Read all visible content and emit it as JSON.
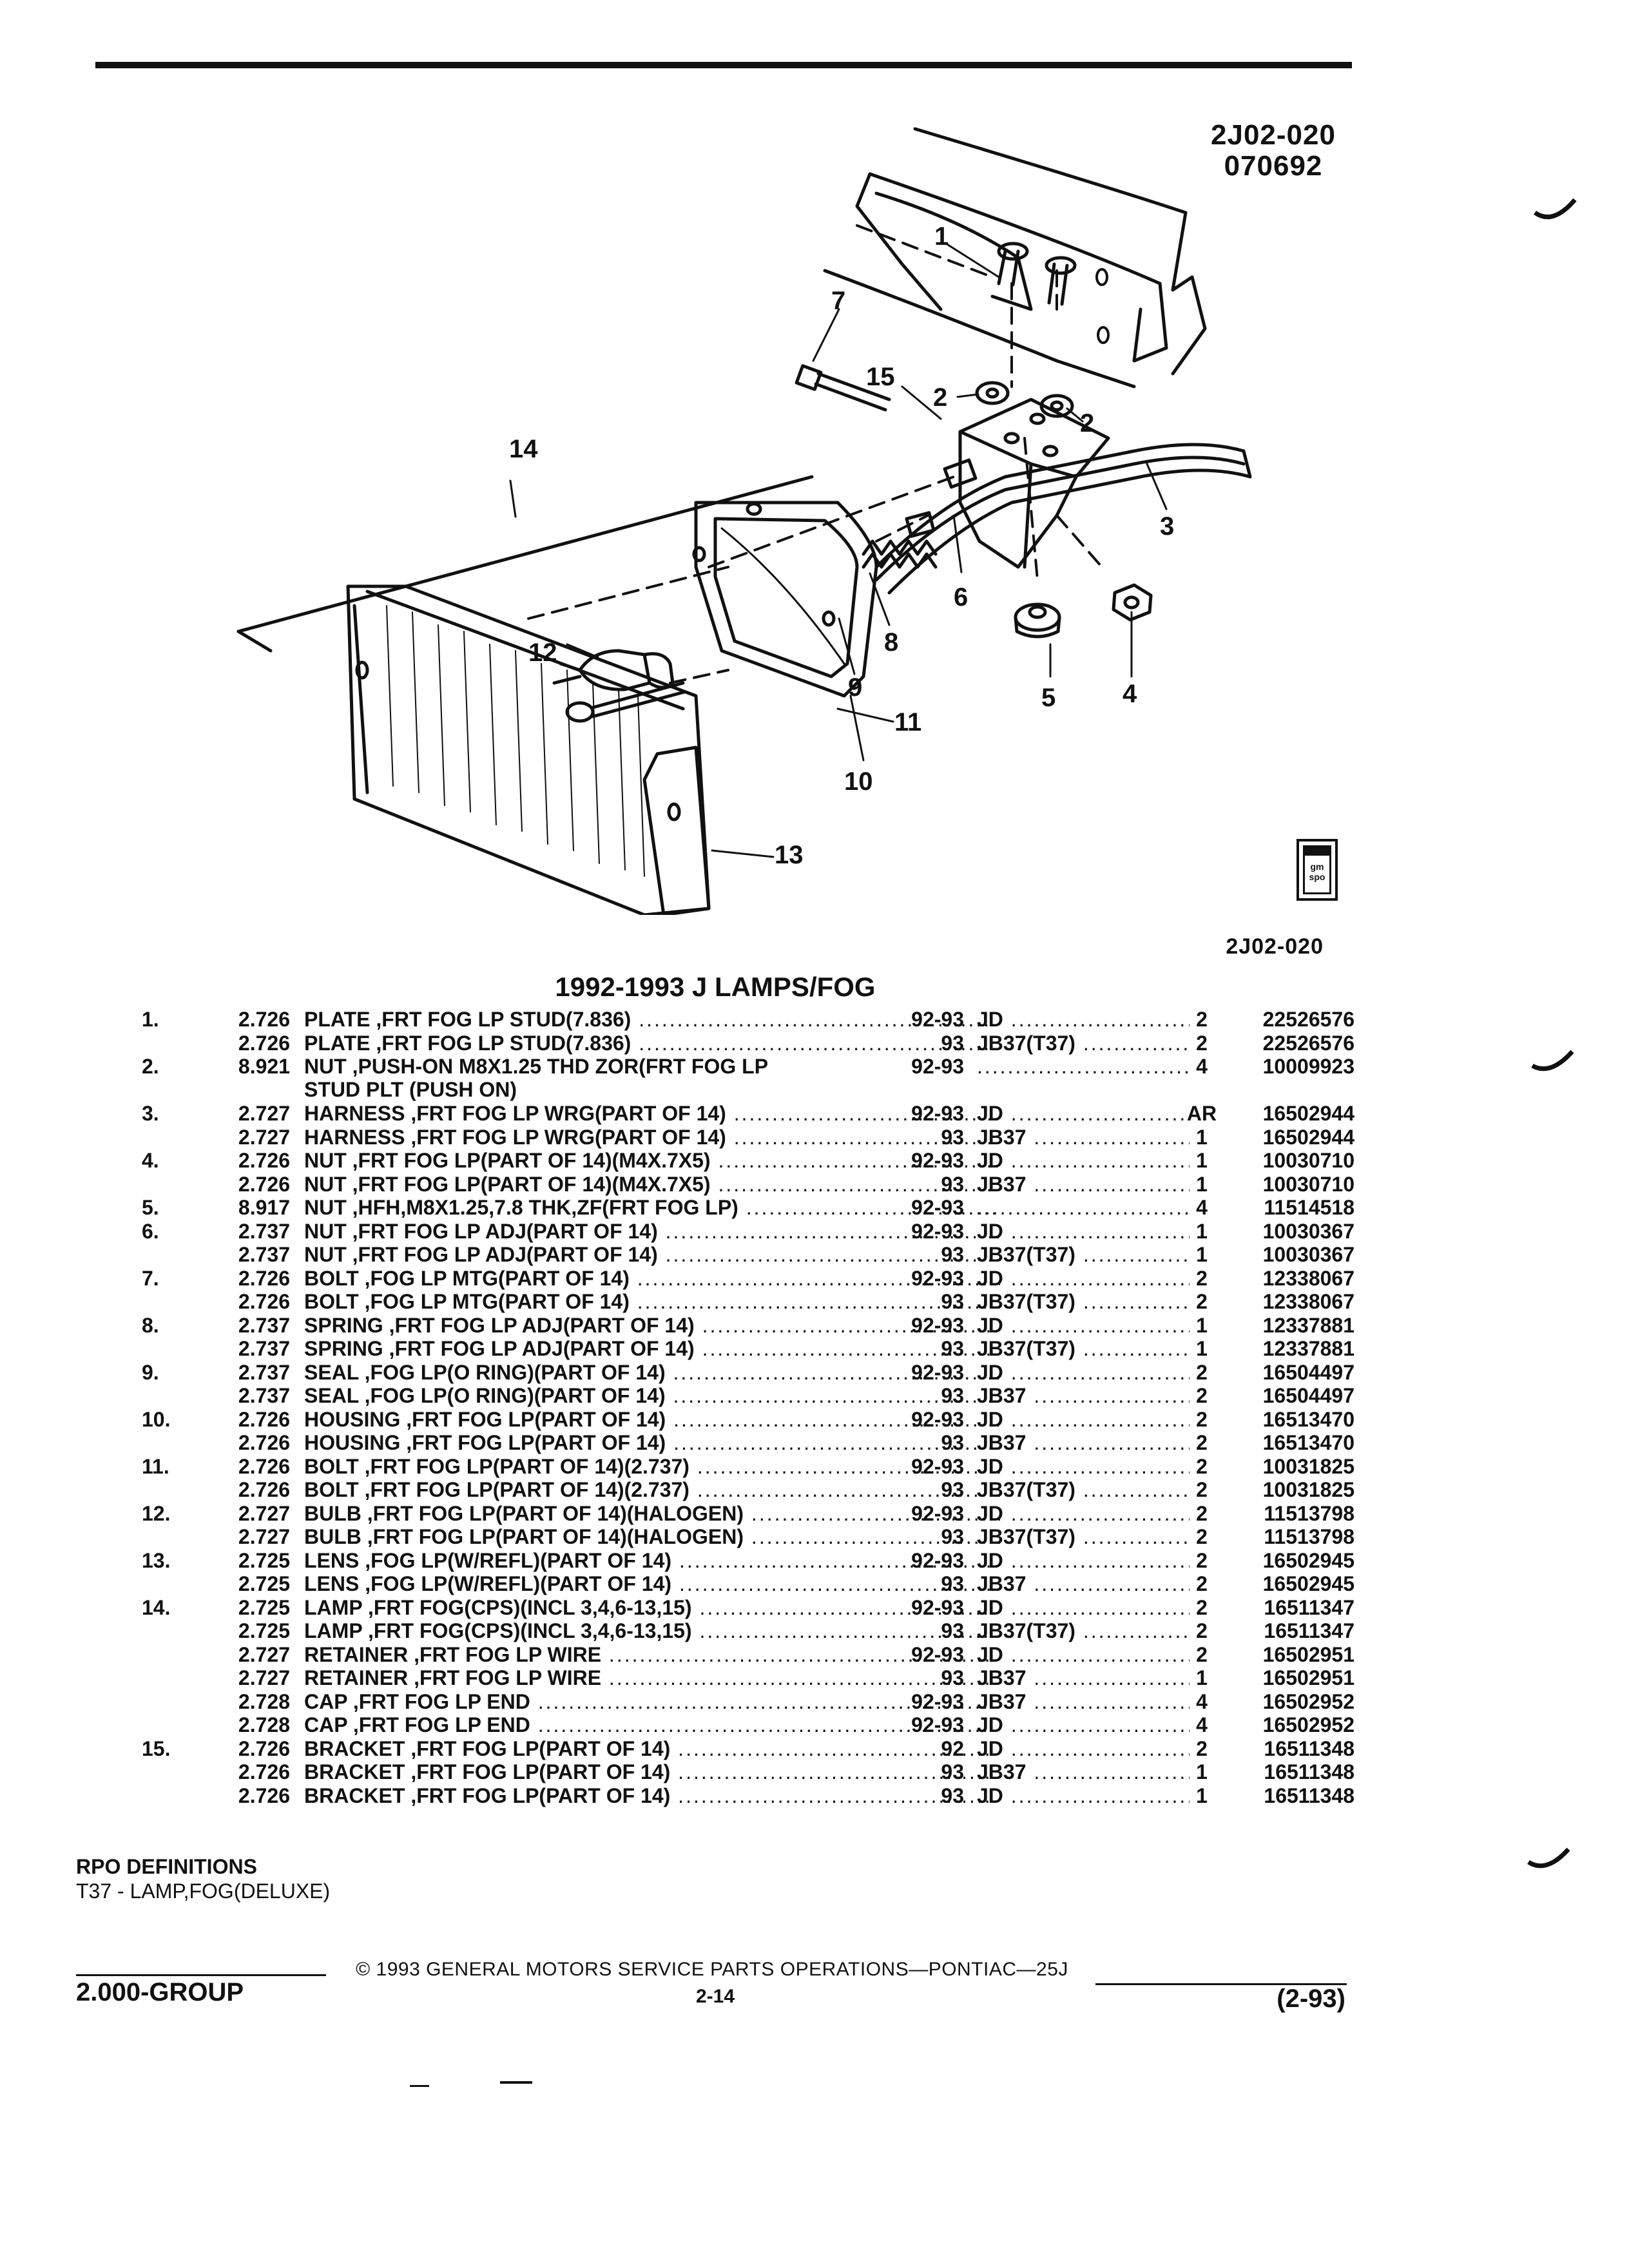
{
  "header": {
    "ref_code": "2J02-020",
    "ref_date": "070692"
  },
  "diagram": {
    "callouts": [
      "1",
      "2",
      "2",
      "3",
      "4",
      "5",
      "6",
      "7",
      "8",
      "9",
      "10",
      "11",
      "12",
      "13",
      "14",
      "15"
    ],
    "logo_text": "gm spo",
    "ref_code": "2J02-020"
  },
  "section_title": "1992-1993 J LAMPS/FOG",
  "parts": [
    {
      "num": "1.",
      "group": "2.726",
      "desc": "PLATE ,FRT FOG LP STUD(7.836)",
      "years": "92-93",
      "model": "JD",
      "qty": "2",
      "part": "22526576"
    },
    {
      "num": "",
      "group": "2.726",
      "desc": "PLATE ,FRT FOG LP STUD(7.836)",
      "years": "93",
      "model": "JB37(T37)",
      "qty": "2",
      "part": "22526576"
    },
    {
      "num": "2.",
      "group": "8.921",
      "desc": "NUT ,PUSH-ON M8X1.25 THD ZOR(FRT FOG LP",
      "desc2": "STUD PLT (PUSH ON)",
      "years": "92-93",
      "model": "",
      "qty": "4",
      "part": "10009923"
    },
    {
      "num": "3.",
      "group": "2.727",
      "desc": "HARNESS ,FRT FOG LP WRG(PART OF 14)",
      "years": "92-93",
      "model": "JD",
      "qty": "AR",
      "part": "16502944"
    },
    {
      "num": "",
      "group": "2.727",
      "desc": "HARNESS ,FRT FOG LP WRG(PART OF 14)",
      "years": "93",
      "model": "JB37",
      "qty": "1",
      "part": "16502944"
    },
    {
      "num": "4.",
      "group": "2.726",
      "desc": "NUT ,FRT FOG LP(PART OF 14)(M4X.7X5)",
      "years": "92-93",
      "model": "JD",
      "qty": "1",
      "part": "10030710"
    },
    {
      "num": "",
      "group": "2.726",
      "desc": "NUT ,FRT FOG LP(PART OF 14)(M4X.7X5)",
      "years": "93",
      "model": "JB37",
      "qty": "1",
      "part": "10030710"
    },
    {
      "num": "5.",
      "group": "8.917",
      "desc": "NUT ,HFH,M8X1.25,7.8 THK,ZF(FRT FOG LP)",
      "years": "92-93",
      "model": "",
      "qty": "4",
      "part": "11514518"
    },
    {
      "num": "6.",
      "group": "2.737",
      "desc": "NUT ,FRT FOG LP ADJ(PART OF 14)",
      "years": "92-93",
      "model": "JD",
      "qty": "1",
      "part": "10030367"
    },
    {
      "num": "",
      "group": "2.737",
      "desc": "NUT ,FRT FOG LP ADJ(PART OF 14)",
      "years": "93",
      "model": "JB37(T37)",
      "qty": "1",
      "part": "10030367"
    },
    {
      "num": "7.",
      "group": "2.726",
      "desc": "BOLT ,FOG LP MTG(PART OF 14)",
      "years": "92-93",
      "model": "JD",
      "qty": "2",
      "part": "12338067"
    },
    {
      "num": "",
      "group": "2.726",
      "desc": "BOLT ,FOG LP MTG(PART OF 14)",
      "years": "93",
      "model": "JB37(T37)",
      "qty": "2",
      "part": "12338067"
    },
    {
      "num": "8.",
      "group": "2.737",
      "desc": "SPRING ,FRT FOG LP ADJ(PART OF 14)",
      "years": "92-93",
      "model": "JD",
      "qty": "1",
      "part": "12337881"
    },
    {
      "num": "",
      "group": "2.737",
      "desc": "SPRING ,FRT FOG LP ADJ(PART OF 14)",
      "years": "93",
      "model": "JB37(T37)",
      "qty": "1",
      "part": "12337881"
    },
    {
      "num": "9.",
      "group": "2.737",
      "desc": "SEAL ,FOG LP(O RING)(PART OF 14)",
      "years": "92-93",
      "model": "JD",
      "qty": "2",
      "part": "16504497"
    },
    {
      "num": "",
      "group": "2.737",
      "desc": "SEAL ,FOG LP(O RING)(PART OF 14)",
      "years": "93",
      "model": "JB37",
      "qty": "2",
      "part": "16504497"
    },
    {
      "num": "10.",
      "group": "2.726",
      "desc": "HOUSING ,FRT FOG LP(PART OF 14)",
      "years": "92-93",
      "model": "JD",
      "qty": "2",
      "part": "16513470"
    },
    {
      "num": "",
      "group": "2.726",
      "desc": "HOUSING ,FRT FOG LP(PART OF 14)",
      "years": "93",
      "model": "JB37",
      "qty": "2",
      "part": "16513470"
    },
    {
      "num": "11.",
      "group": "2.726",
      "desc": "BOLT ,FRT FOG LP(PART OF 14)(2.737)",
      "years": "92-93",
      "model": "JD",
      "qty": "2",
      "part": "10031825"
    },
    {
      "num": "",
      "group": "2.726",
      "desc": "BOLT ,FRT FOG LP(PART OF 14)(2.737)",
      "years": "93",
      "model": "JB37(T37)",
      "qty": "2",
      "part": "10031825"
    },
    {
      "num": "12.",
      "group": "2.727",
      "desc": "BULB ,FRT FOG LP(PART OF 14)(HALOGEN)",
      "years": "92-93",
      "model": "JD",
      "qty": "2",
      "part": "11513798"
    },
    {
      "num": "",
      "group": "2.727",
      "desc": "BULB ,FRT FOG LP(PART OF 14)(HALOGEN)",
      "years": "93",
      "model": "JB37(T37)",
      "qty": "2",
      "part": "11513798"
    },
    {
      "num": "13.",
      "group": "2.725",
      "desc": "LENS ,FOG LP(W/REFL)(PART OF 14)",
      "years": "92-93",
      "model": "JD",
      "qty": "2",
      "part": "16502945"
    },
    {
      "num": "",
      "group": "2.725",
      "desc": "LENS ,FOG LP(W/REFL)(PART OF 14)",
      "years": "93",
      "model": "JB37",
      "qty": "2",
      "part": "16502945"
    },
    {
      "num": "14.",
      "group": "2.725",
      "desc": "LAMP ,FRT FOG(CPS)(INCL 3,4,6-13,15)",
      "years": "92-93",
      "model": "JD",
      "qty": "2",
      "part": "16511347"
    },
    {
      "num": "",
      "group": "2.725",
      "desc": "LAMP ,FRT FOG(CPS)(INCL 3,4,6-13,15)",
      "years": "93",
      "model": "JB37(T37)",
      "qty": "2",
      "part": "16511347"
    },
    {
      "num": "",
      "group": "2.727",
      "desc": "RETAINER ,FRT FOG LP WIRE",
      "years": "92-93",
      "model": "JD",
      "qty": "2",
      "part": "16502951"
    },
    {
      "num": "",
      "group": "2.727",
      "desc": "RETAINER ,FRT FOG LP WIRE",
      "years": "93",
      "model": "JB37",
      "qty": "1",
      "part": "16502951"
    },
    {
      "num": "",
      "group": "2.728",
      "desc": "CAP ,FRT FOG LP END",
      "years": "92-93",
      "model": "JB37",
      "qty": "4",
      "part": "16502952"
    },
    {
      "num": "",
      "group": "2.728",
      "desc": "CAP ,FRT FOG LP END",
      "years": "92-93",
      "model": "JD",
      "qty": "4",
      "part": "16502952"
    },
    {
      "num": "15.",
      "group": "2.726",
      "desc": "BRACKET ,FRT FOG LP(PART OF 14)",
      "years": "92",
      "model": "JD",
      "qty": "2",
      "part": "16511348"
    },
    {
      "num": "",
      "group": "2.726",
      "desc": "BRACKET ,FRT FOG LP(PART OF 14)",
      "years": "93",
      "model": "JB37",
      "qty": "1",
      "part": "16511348"
    },
    {
      "num": "",
      "group": "2.726",
      "desc": "BRACKET ,FRT FOG LP(PART OF 14)",
      "years": "93",
      "model": "JD",
      "qty": "1",
      "part": "16511348"
    }
  ],
  "rpo": {
    "heading": "RPO DEFINITIONS",
    "items": [
      "T37 - LAMP,FOG(DELUXE)"
    ]
  },
  "footer": {
    "copyright": "© 1993 GENERAL MOTORS SERVICE PARTS OPERATIONS—PONTIAC—25J",
    "group": "2.000-GROUP",
    "page": "2-14",
    "date": "(2-93)"
  }
}
